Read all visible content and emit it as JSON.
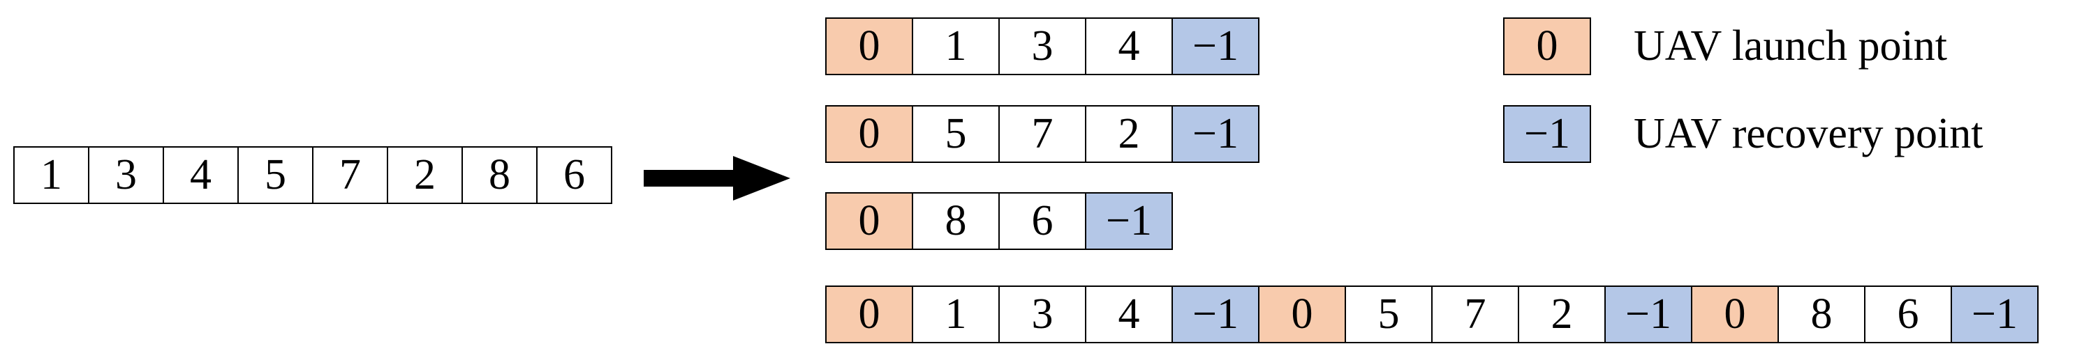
{
  "input_sequence": [
    "1",
    "3",
    "4",
    "5",
    "7",
    "2",
    "8",
    "6"
  ],
  "routes": [
    [
      "0",
      "1",
      "3",
      "4",
      "−1"
    ],
    [
      "0",
      "5",
      "7",
      "2",
      "−1"
    ],
    [
      "0",
      "8",
      "6",
      "−1"
    ]
  ],
  "combined_route": [
    "0",
    "1",
    "3",
    "4",
    "−1",
    "0",
    "5",
    "7",
    "2",
    "−1",
    "0",
    "8",
    "6",
    "−1"
  ],
  "legend": {
    "launch": {
      "symbol": "0",
      "label": "UAV launch point"
    },
    "recovery": {
      "symbol": "−1",
      "label": "UAV recovery point"
    }
  },
  "colors": {
    "launch": "#f8cbad",
    "recovery": "#b4c7e7",
    "border": "#000000",
    "arrow": "#000000"
  }
}
